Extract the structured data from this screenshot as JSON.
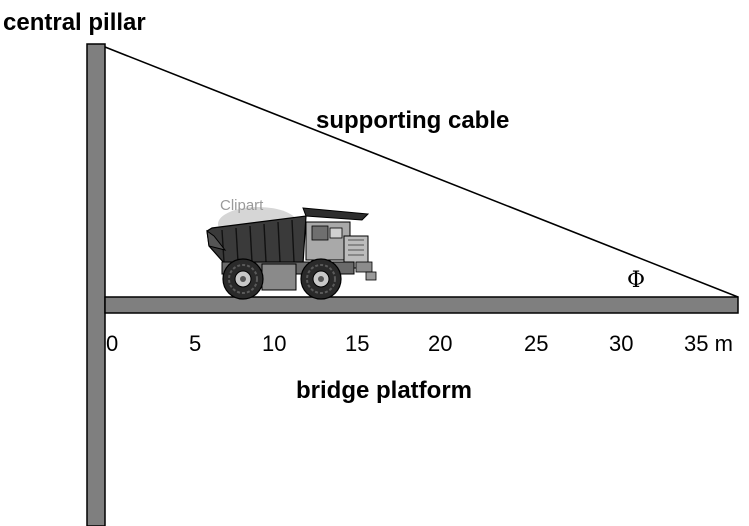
{
  "labels": {
    "pillar": "central pillar",
    "cable": "supporting cable",
    "platform": "bridge platform",
    "angle": "Φ",
    "clipart": "Clipart"
  },
  "scale": {
    "ticks": [
      "0",
      "5",
      "10",
      "15",
      "20",
      "25",
      "30",
      "35 m"
    ]
  },
  "colors": {
    "structure_fill": "#7f7f7f",
    "outline": "#000000",
    "truck_body": "#3a3a3a",
    "truck_light": "#b0b0b0"
  },
  "icons": {
    "truck": "dump-truck-icon"
  }
}
